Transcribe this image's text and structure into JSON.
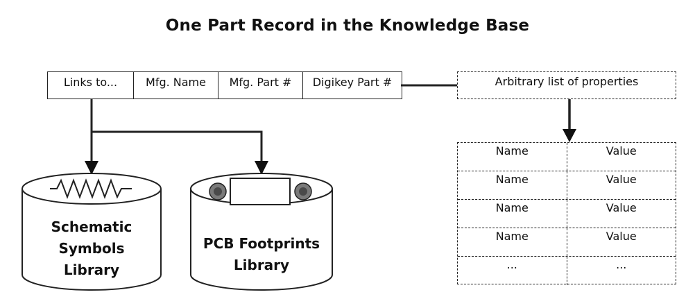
{
  "title": "One Part Record in the Knowledge Base",
  "record_fields": [
    "Links to...",
    "Mfg. Name",
    "Mfg. Part #",
    "Digikey Part #"
  ],
  "properties_label": "Arbitrary list of properties",
  "properties": [
    {
      "name": "Name",
      "value": "Value"
    },
    {
      "name": "Name",
      "value": "Value"
    },
    {
      "name": "Name",
      "value": "Value"
    },
    {
      "name": "Name",
      "value": "Value"
    },
    {
      "name": "...",
      "value": "..."
    }
  ],
  "schematic_library": {
    "line1": "Schematic",
    "line2": "Symbols",
    "line3": "Library"
  },
  "pcb_library": {
    "line1": "PCB Footprints",
    "line2": "Library"
  },
  "colors": {
    "stroke": "#222222",
    "pad_outer": "#7a7a7a",
    "pad_inner": "#4a4a4a"
  }
}
